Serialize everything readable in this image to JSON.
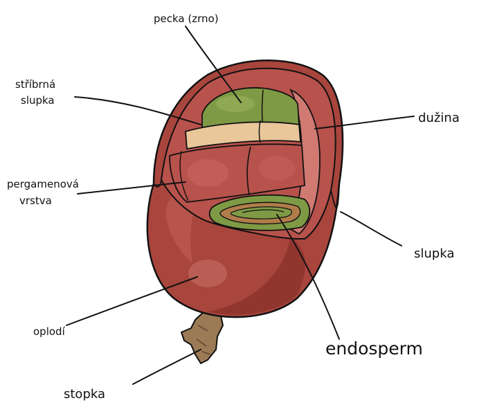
{
  "labels": {
    "pecka": "pecka (zrno)",
    "stribrna_line1": "stříbrná",
    "stribrna_line2": "slupka",
    "pergamenova_line1": "pergamenová",
    "pergamenova_line2": "vrstva",
    "oplodi": "oplodí",
    "stopka": "stopka",
    "duzina": "dužina",
    "slupka": "slupka",
    "endosperm": "endosperm"
  },
  "colors": {
    "skin": "#a8453d",
    "skin_dark": "#7d2a25",
    "skin_light": "#c2625a",
    "flesh": "#b8524c",
    "flesh_light": "#d07a72",
    "seed_green": "#7f9a45",
    "seed_green_dark": "#5d7a2e",
    "silver_skin": "#e9c79a",
    "stalk": "#9b7a55",
    "ink": "#111111"
  }
}
